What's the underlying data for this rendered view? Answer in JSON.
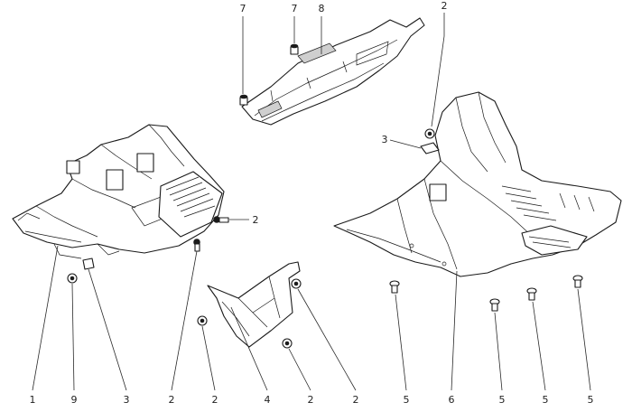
{
  "callouts": {
    "top": [
      {
        "label": "7"
      },
      {
        "label": "7"
      },
      {
        "label": "8"
      },
      {
        "label": "2"
      }
    ],
    "side": [
      {
        "label": "3"
      },
      {
        "label": "2"
      }
    ],
    "bottom": [
      {
        "label": "1"
      },
      {
        "label": "9"
      },
      {
        "label": "3"
      },
      {
        "label": "2"
      },
      {
        "label": "2"
      },
      {
        "label": "4"
      },
      {
        "label": "2"
      },
      {
        "label": "2"
      },
      {
        "label": "5"
      },
      {
        "label": "6"
      },
      {
        "label": "5"
      },
      {
        "label": "5"
      },
      {
        "label": "5"
      }
    ]
  }
}
